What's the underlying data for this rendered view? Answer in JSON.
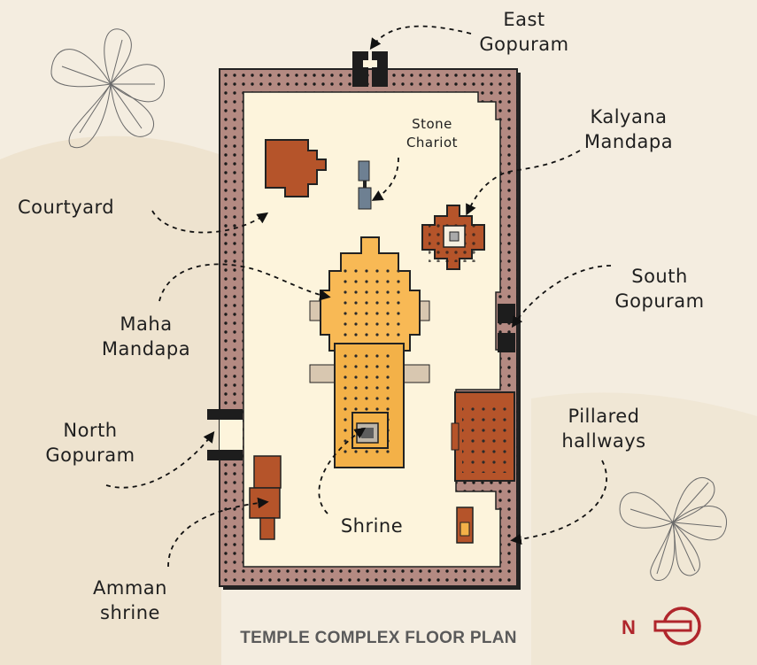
{
  "title": "TEMPLE COMPLEX FLOOR PLAN",
  "labels": {
    "east_gopuram": "East\nGopuram",
    "stone_chariot": "Stone\nChariot",
    "kalyana_mandapa": "Kalyana\nMandapa",
    "courtyard": "Courtyard",
    "south_gopuram": "South\nGopuram",
    "maha_mandapa": "Maha\nMandapa",
    "pillared_hallways": "Pillared\nhallways",
    "north_gopuram": "North\nGopuram",
    "shrine": "Shrine",
    "amman_shrine": "Amman\nshrine"
  },
  "compass": {
    "letter": "N",
    "icon": "north-compass-icon"
  },
  "colors": {
    "background": "#f4ede0",
    "wall": "#b48a82",
    "courtyard": "#fdf4dc",
    "maha_mandapa": "#f8b955",
    "shrine": "#f3b148",
    "brick": "#b5542a",
    "chariot": "#6e8092",
    "compass": "#b0262c",
    "outline": "#222222"
  }
}
